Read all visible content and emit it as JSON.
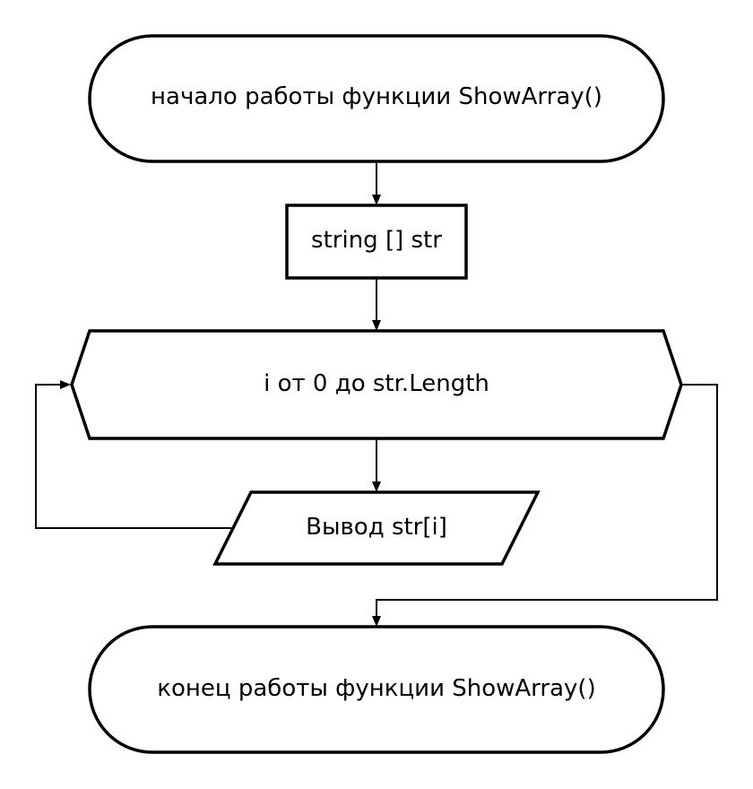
{
  "diagram": {
    "nodes": {
      "start": {
        "text": "начало работы функции ShowArray()",
        "shape": "terminator"
      },
      "declare": {
        "text": "string [] str",
        "shape": "process"
      },
      "loop": {
        "text": "i от 0 до str.Length",
        "shape": "loop-hexagon"
      },
      "output": {
        "text": "Вывод str[i]",
        "shape": "io-parallelogram"
      },
      "end": {
        "text": "конец работы функции ShowArray()",
        "shape": "terminator"
      }
    },
    "edges": [
      {
        "from": "start",
        "to": "declare"
      },
      {
        "from": "declare",
        "to": "loop"
      },
      {
        "from": "loop",
        "to": "output"
      },
      {
        "from": "output",
        "to": "loop",
        "kind": "loop-back"
      },
      {
        "from": "loop",
        "to": "end",
        "kind": "loop-exit"
      }
    ],
    "colors": {
      "stroke": "#000000",
      "fill": "#ffffff",
      "background": "#ffffff"
    }
  }
}
